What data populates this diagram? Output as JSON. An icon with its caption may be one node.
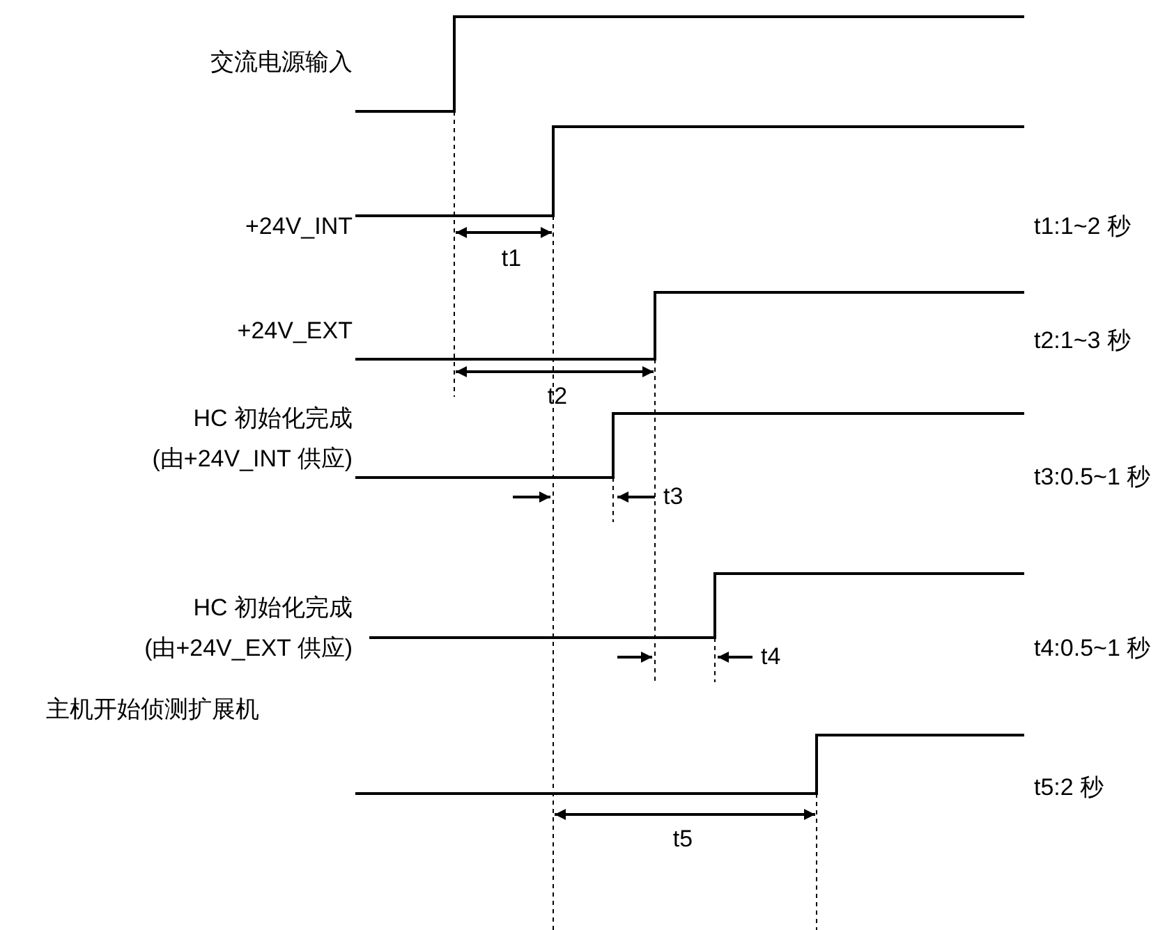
{
  "diagram": {
    "labels": [
      "交流电源输入",
      "+24V_INT",
      "t1:1~2 秒",
      "t1",
      "+24V_EXT",
      "t2:1~3 秒",
      "t2",
      "HC 初始化完成",
      "(由+24V_INT 供应)",
      "t3",
      "t3:0.5~1 秒",
      "HC 初始化完成",
      "(由+24V_EXT 供应)",
      "t4",
      "t4:0.5~1 秒",
      "主机开始侦测扩展机",
      "t5:2 秒",
      "t5"
    ]
  }
}
